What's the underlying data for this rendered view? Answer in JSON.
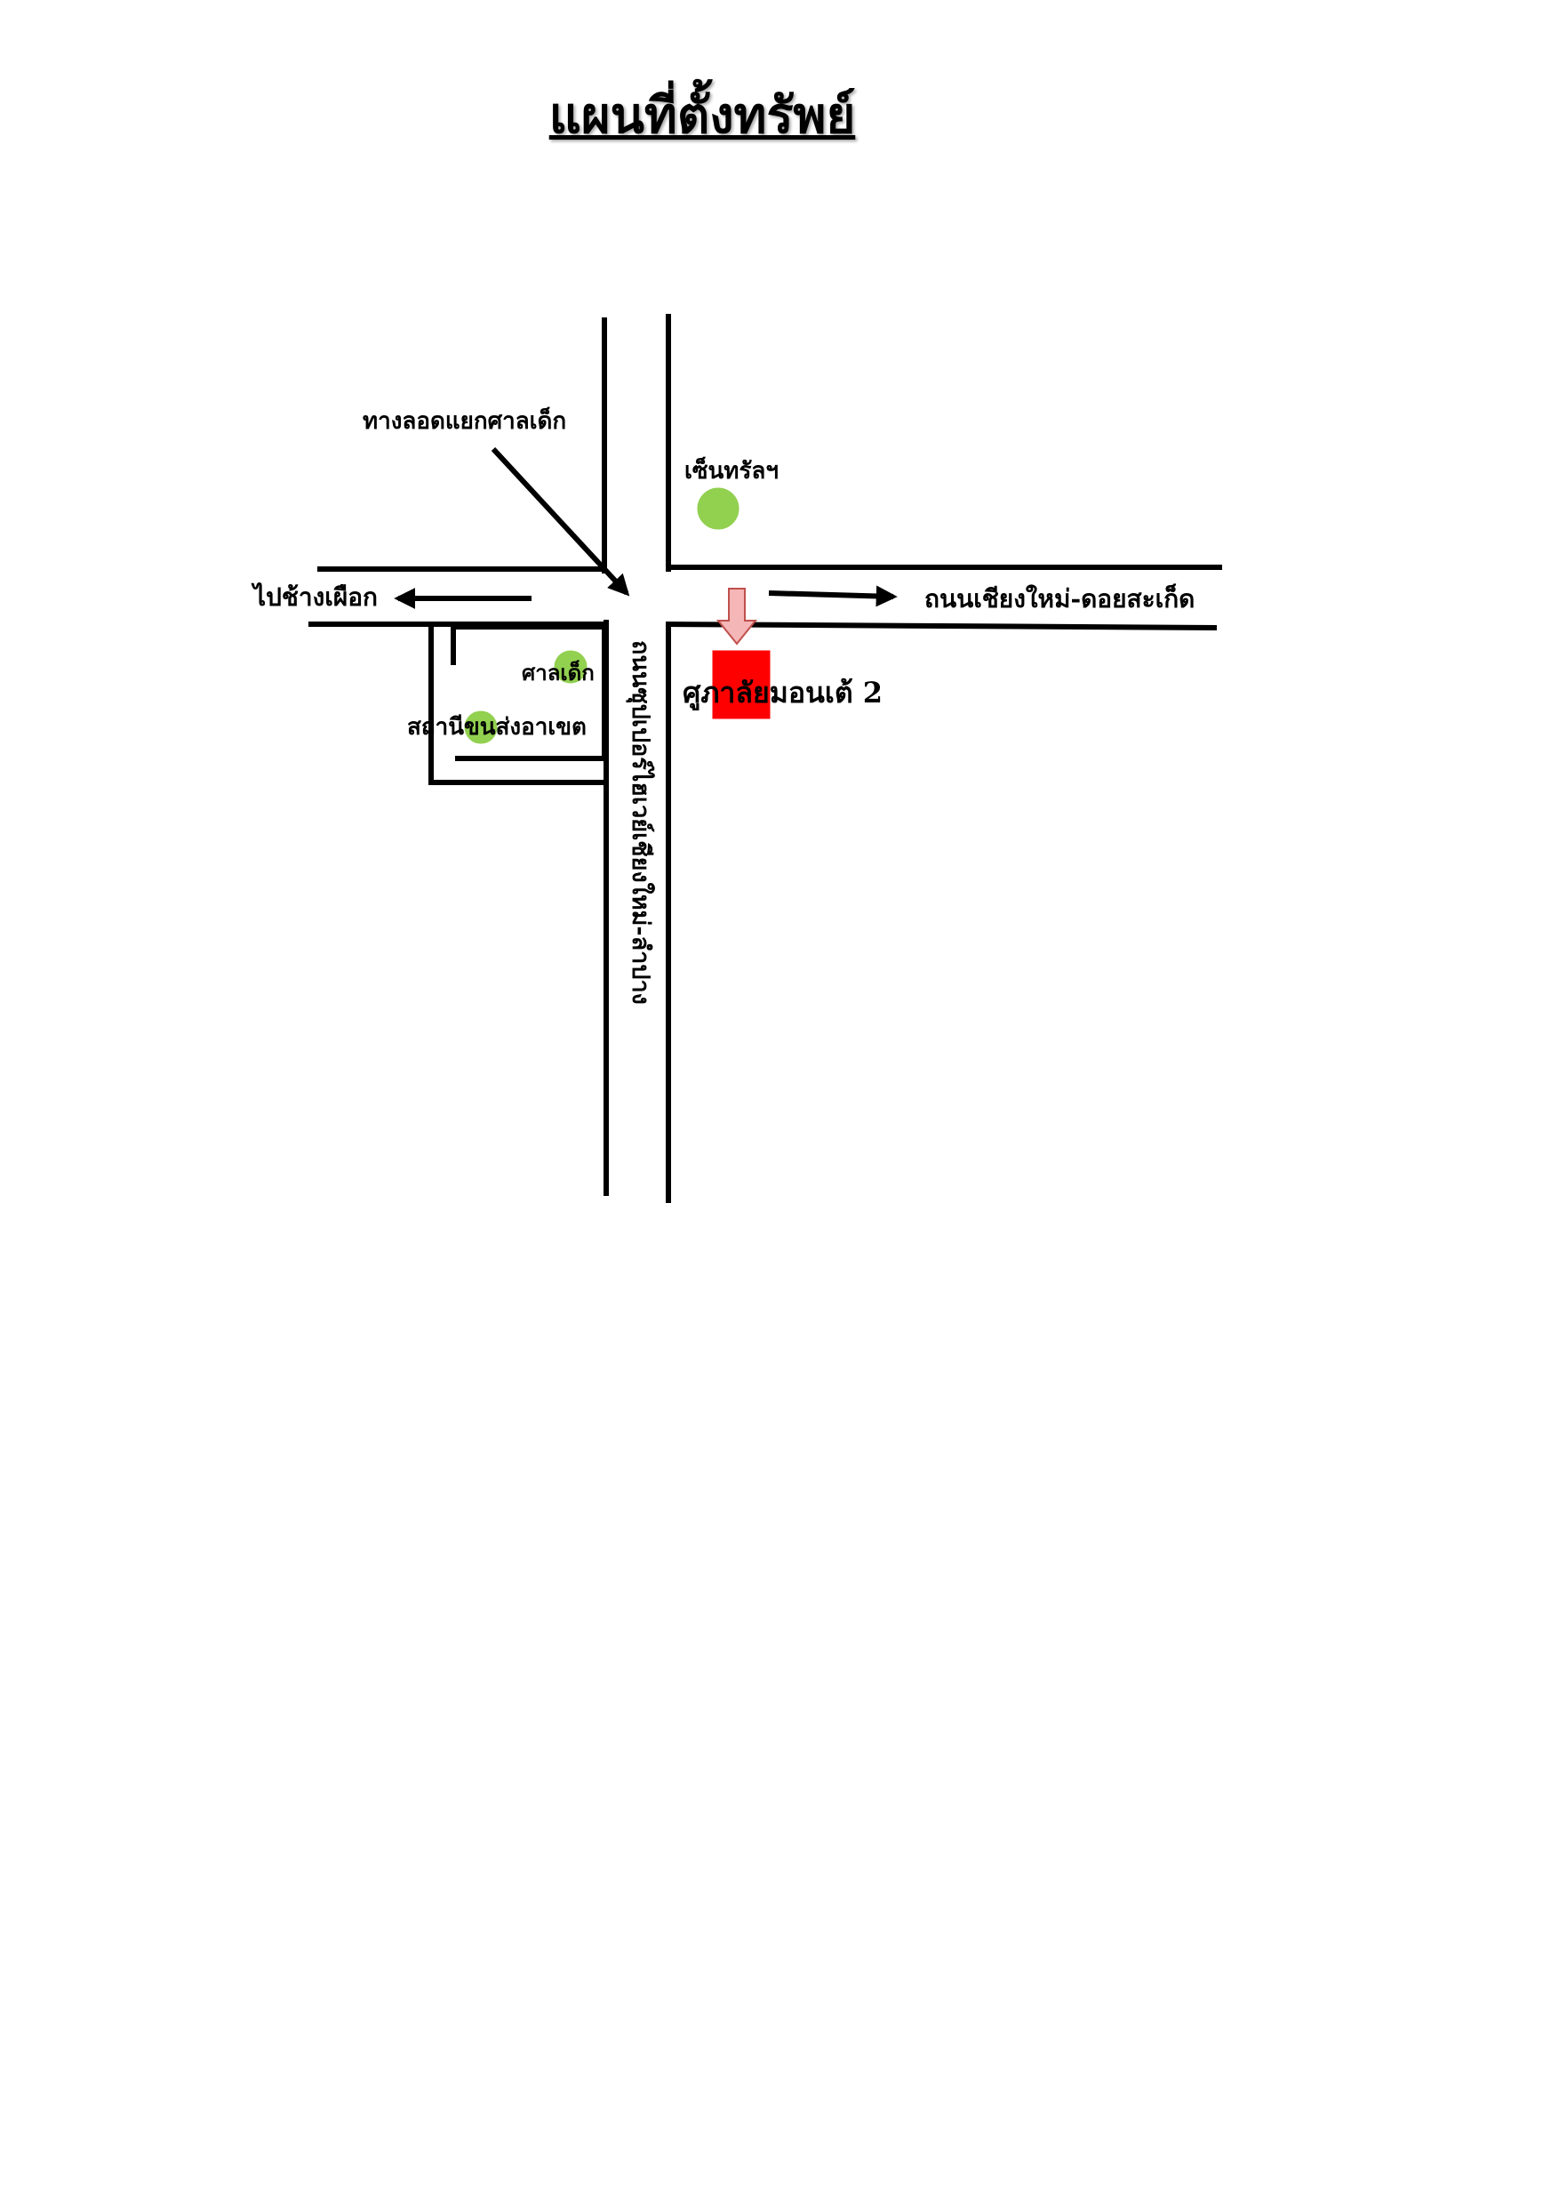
{
  "title": "แผนที่ตั้งทรัพย์",
  "labels": {
    "underpass": "ทางลอดแยกศาลเด็ก",
    "central": "เซ็นทรัลฯ",
    "to_chang_phueak": "ไปช้างเผือก",
    "road_doi_saket": "ถนนเชียงใหม่-ดอยสะเก็ด",
    "children_court": "ศาลเด็ก",
    "transport_station": "สถานีขนส่งอาเขต",
    "super_highway": "ถนนซุปเปอร์ไฮเวย์เชียงใหม่-ลำปาง",
    "property": "ศูภาลัยมอนเต้ 2"
  },
  "colors": {
    "road_line": "#000000",
    "landmark_marker": "#92d050",
    "property_marker": "#ff0000",
    "pointer_arrow": "#f4b6b6"
  },
  "icons": {
    "landmark": "green-circle-marker",
    "property": "red-square-marker",
    "pointer": "down-arrow-icon"
  }
}
